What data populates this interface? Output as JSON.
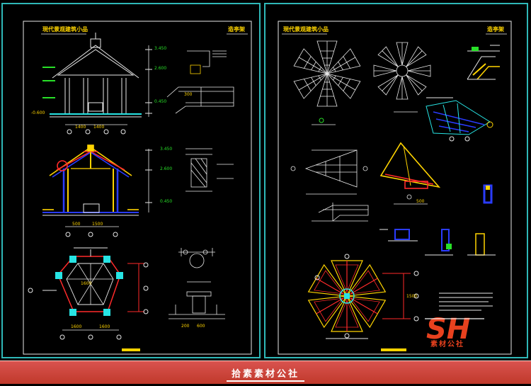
{
  "sheet_left": {
    "title": "現代景观建筑小品",
    "stamp": "造亭架"
  },
  "sheet_right": {
    "title": "現代景观建筑小品",
    "stamp": "造亭架"
  },
  "dims": {
    "d1": "1400",
    "d2": "1400",
    "d3": "1600",
    "d4": "1600",
    "d5": "1600",
    "d6": "500",
    "d7": "1500",
    "d8": "1500",
    "e1": "3.450",
    "e2": "2.600",
    "e3": "0.450",
    "e4": "-0.600",
    "r1": "300",
    "r2": "200",
    "r3": "600"
  },
  "watermark": {
    "logo_letters": "SH",
    "logo_caption": "素材公社",
    "bottom_label": "拾素素材公社"
  },
  "colors": {
    "frame": "#2fb8b8",
    "line_white": "#e8e8e8",
    "line_yellow": "#ffd400",
    "line_red": "#ff2a2a",
    "line_blue": "#2a3cff",
    "line_green": "#28e028",
    "line_cyan": "#27e4e4",
    "band": "#c0392b",
    "logo_red": "#e8411e"
  }
}
